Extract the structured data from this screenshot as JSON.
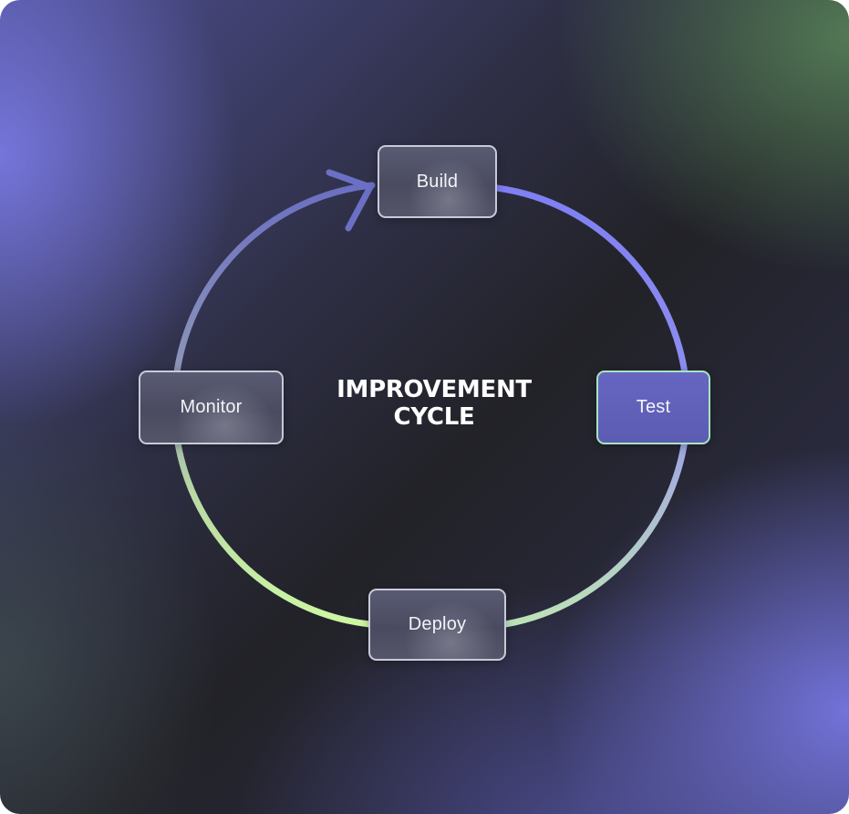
{
  "diagram": {
    "title_line1": "IMPROVEMENT",
    "title_line2": "CYCLE",
    "nodes": {
      "build": "Build",
      "test": "Test",
      "deploy": "Deploy",
      "monitor": "Monitor"
    },
    "colors": {
      "ring_violet": "#8585f0",
      "ring_green": "#c6f2a6",
      "ring_grey": "#8a92b8",
      "test_fill": "#6262bb",
      "test_border": "#a8e3c0"
    }
  }
}
